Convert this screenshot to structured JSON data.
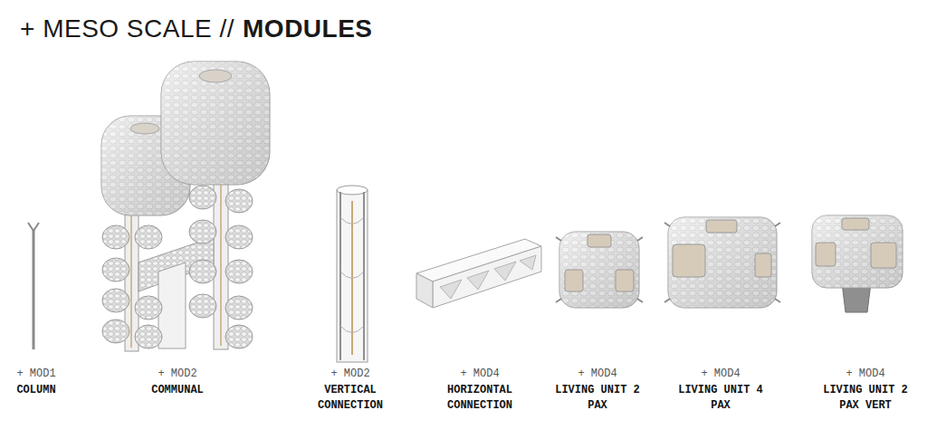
{
  "diagram": {
    "title": "+ MESO SCALE //",
    "labels": [
      "MODULES",
      "+ MOD1",
      "COLUMN",
      "+ MOD2",
      "COMMUNAL",
      "+ MOD2",
      "VERTICAL CONNECTION",
      "+ MOD4",
      "HORIZONTAL CONNECTION",
      "+ MOD4",
      "LIVING UNIT 2 PAX",
      "+ MOD4",
      "LIVING UNIT 4 PAX",
      "+ MOD4",
      "LIVING UNIT 2 PAX VERT"
    ]
  }
}
